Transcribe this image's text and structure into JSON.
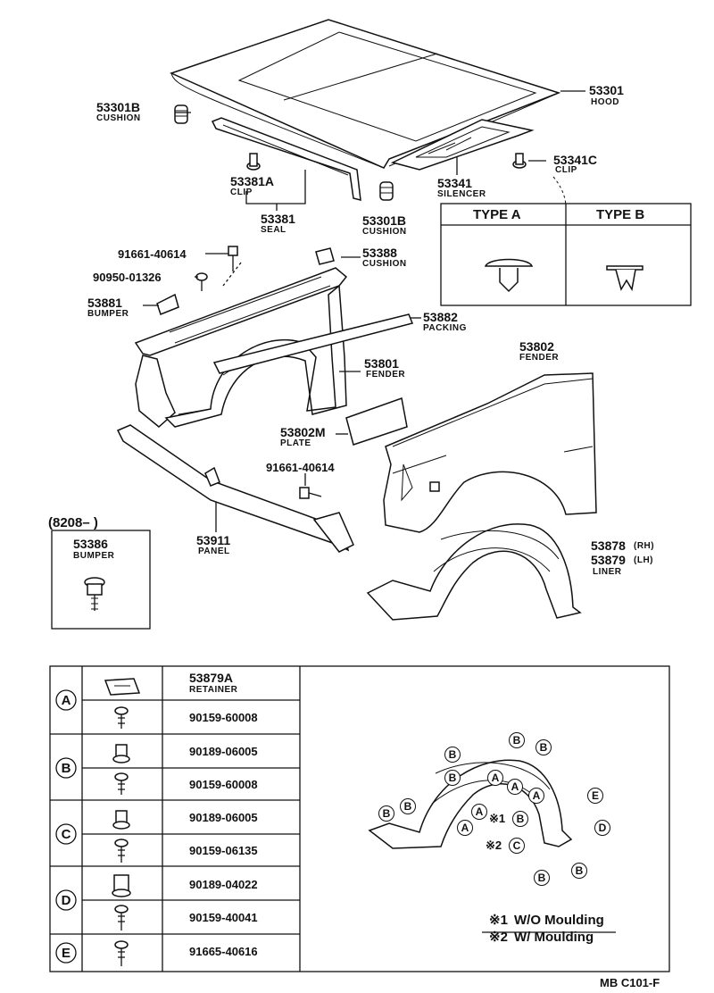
{
  "parts": {
    "p53301": {
      "num": "53301",
      "name": "HOOD"
    },
    "p53301b_top": {
      "num": "53301B",
      "name": "CUSHION"
    },
    "p53341c": {
      "num": "53341C",
      "name": "CLIP"
    },
    "p53341": {
      "num": "53341",
      "name": "SILENCER"
    },
    "p53381a": {
      "num": "53381A",
      "name": "CLIP"
    },
    "p53381": {
      "num": "53381",
      "name": "SEAL"
    },
    "p53301b_mid": {
      "num": "53301B",
      "name": "CUSHION"
    },
    "p91661_top": {
      "num": "91661-40614"
    },
    "p53388": {
      "num": "53388",
      "name": "CUSHION"
    },
    "p90950": {
      "num": "90950-01326"
    },
    "p53881": {
      "num": "53881",
      "name": "BUMPER"
    },
    "p53882": {
      "num": "53882",
      "name": "PACKING"
    },
    "p53801": {
      "num": "53801",
      "name": "FENDER"
    },
    "p53802": {
      "num": "53802",
      "name": "FENDER"
    },
    "p53802m": {
      "num": "53802M",
      "name": "PLATE"
    },
    "p91661_mid": {
      "num": "91661-40614"
    },
    "p53911": {
      "num": "53911",
      "name": "PANEL"
    },
    "p53386": {
      "num": "53386",
      "name": "BUMPER"
    },
    "p53878": {
      "num": "53878",
      "side": "(RH)"
    },
    "p53879": {
      "num": "53879",
      "side": "(LH)",
      "name": "LINER"
    }
  },
  "date_range": "(8208–        )",
  "clip_types": {
    "a": "TYPE  A",
    "b": "TYPE  B"
  },
  "fastener_table": {
    "groups": [
      {
        "letter": "A",
        "rows": [
          {
            "num": "53879A",
            "name": "RETAINER"
          },
          {
            "num": "90159-60008",
            "name": ""
          }
        ]
      },
      {
        "letter": "B",
        "rows": [
          {
            "num": "90189-06005",
            "name": ""
          },
          {
            "num": "90159-60008",
            "name": ""
          }
        ]
      },
      {
        "letter": "C",
        "rows": [
          {
            "num": "90189-06005",
            "name": ""
          },
          {
            "num": "90159-06135",
            "name": ""
          }
        ]
      },
      {
        "letter": "D",
        "rows": [
          {
            "num": "90189-04022",
            "name": ""
          },
          {
            "num": "90159-40041",
            "name": ""
          }
        ]
      },
      {
        "letter": "E",
        "rows": [
          {
            "num": "91665-40616",
            "name": ""
          }
        ]
      }
    ]
  },
  "liner_callouts": {
    "letters": [
      "B",
      "B",
      "B",
      "B",
      "B",
      "B",
      "A",
      "A",
      "A",
      "A",
      "A",
      "B",
      "C",
      "B",
      "B",
      "D",
      "E"
    ],
    "mark1": "※1",
    "mark2": "※2"
  },
  "notes": {
    "n1_mark": "※1",
    "n1_text": "W/O Moulding",
    "n2_mark": "※2",
    "n2_text": "W/ Moulding"
  },
  "footer": "MB  C101-F"
}
